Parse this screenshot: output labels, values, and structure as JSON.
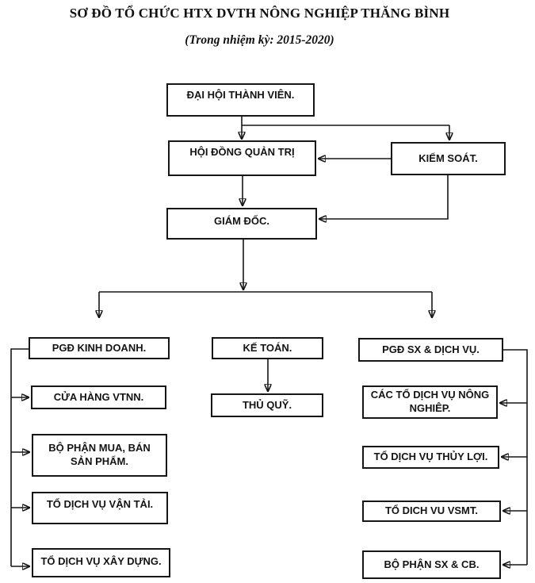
{
  "header": {
    "title": "SƠ ĐỒ TỔ CHỨC HTX DVTH NÔNG NGHIỆP THĂNG BÌNH",
    "subtitle": "(Trong nhiệm kỳ: 2015-2020)"
  },
  "nodes": {
    "dai_hoi_thanh_vien": {
      "label": "ĐẠI HỘI THÀNH VIÊN."
    },
    "hoi_dong_quan_tri": {
      "label": "HỘI ĐỒNG QUẢN TRỊ"
    },
    "kiem_soat": {
      "label": "KIỂM SOÁT."
    },
    "giam_doc": {
      "label": "GIÁM ĐỐC."
    },
    "pgd_kinh_doanh": {
      "label": "PGĐ KINH DOANH."
    },
    "ke_toan": {
      "label": "KẾ TOÁN."
    },
    "pgd_sx_dich_vu": {
      "label": "PGĐ SX & DỊCH VỤ."
    },
    "cua_hang_vtnn": {
      "label": "CỬA HÀNG VTNN."
    },
    "thu_quy": {
      "label": "THỦ QUỸ."
    },
    "cac_to_dich_vu_nong_nghiep": {
      "label": "CÁC TỔ DỊCH VỤ NÔNG\nNGHIÊP."
    },
    "bo_phan_mua_ban": {
      "label": "BỘ PHẬN MUA, BÁN\nSẢN PHẨM."
    },
    "to_dich_vu_thuy_loi": {
      "label": "TỔ DỊCH VỤ THỦY LỢI."
    },
    "to_dich_vu_van_tai": {
      "label": "TỔ DỊCH VỤ VẬN TẢI."
    },
    "to_dich_vu_vsmt": {
      "label": "TỔ DICH VU VSMT."
    },
    "to_dich_vu_xay_dung": {
      "label": "TỔ DỊCH VỤ XÂY DỰNG."
    },
    "bo_phan_sx_cb": {
      "label": "BỘ PHẬN SX & CB."
    }
  },
  "edges": [
    {
      "from": "dai_hoi_thanh_vien",
      "to": "hoi_dong_quan_tri"
    },
    {
      "from": "dai_hoi_thanh_vien",
      "to": "kiem_soat"
    },
    {
      "from": "kiem_soat",
      "to": "hoi_dong_quan_tri"
    },
    {
      "from": "hoi_dong_quan_tri",
      "to": "giam_doc"
    },
    {
      "from": "kiem_soat",
      "to": "giam_doc"
    },
    {
      "from": "giam_doc",
      "to": "pgd_kinh_doanh"
    },
    {
      "from": "giam_doc",
      "to": "pgd_sx_dich_vu"
    },
    {
      "from": "ke_toan",
      "to": "thu_quy"
    },
    {
      "from": "pgd_kinh_doanh",
      "to": "cua_hang_vtnn"
    },
    {
      "from": "pgd_kinh_doanh",
      "to": "bo_phan_mua_ban"
    },
    {
      "from": "pgd_kinh_doanh",
      "to": "to_dich_vu_van_tai"
    },
    {
      "from": "pgd_kinh_doanh",
      "to": "to_dich_vu_xay_dung"
    },
    {
      "from": "pgd_sx_dich_vu",
      "to": "cac_to_dich_vu_nong_nghiep"
    },
    {
      "from": "pgd_sx_dich_vu",
      "to": "to_dich_vu_thuy_loi"
    },
    {
      "from": "pgd_sx_dich_vu",
      "to": "to_dich_vu_vsmt"
    },
    {
      "from": "pgd_sx_dich_vu",
      "to": "bo_phan_sx_cb"
    }
  ],
  "colors": {
    "line": "#161616",
    "text": "#141414",
    "background": "#ffffff"
  }
}
